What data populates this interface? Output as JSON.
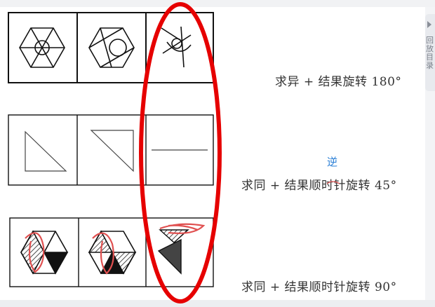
{
  "rules": {
    "row1": "求异 + 结果旋转 180°",
    "row2": "求同 + 结果顺时针旋转 45°",
    "row3": "求同 + 结果顺时针旋转 90°"
  },
  "annotation": {
    "handwritten_correction": "逆"
  },
  "sidebar": {
    "toggle_label": "回放目录"
  },
  "colors": {
    "highlight_ellipse": "#e60000",
    "handwriting": "#2a7fd6",
    "pen_marks": "#e05050"
  }
}
